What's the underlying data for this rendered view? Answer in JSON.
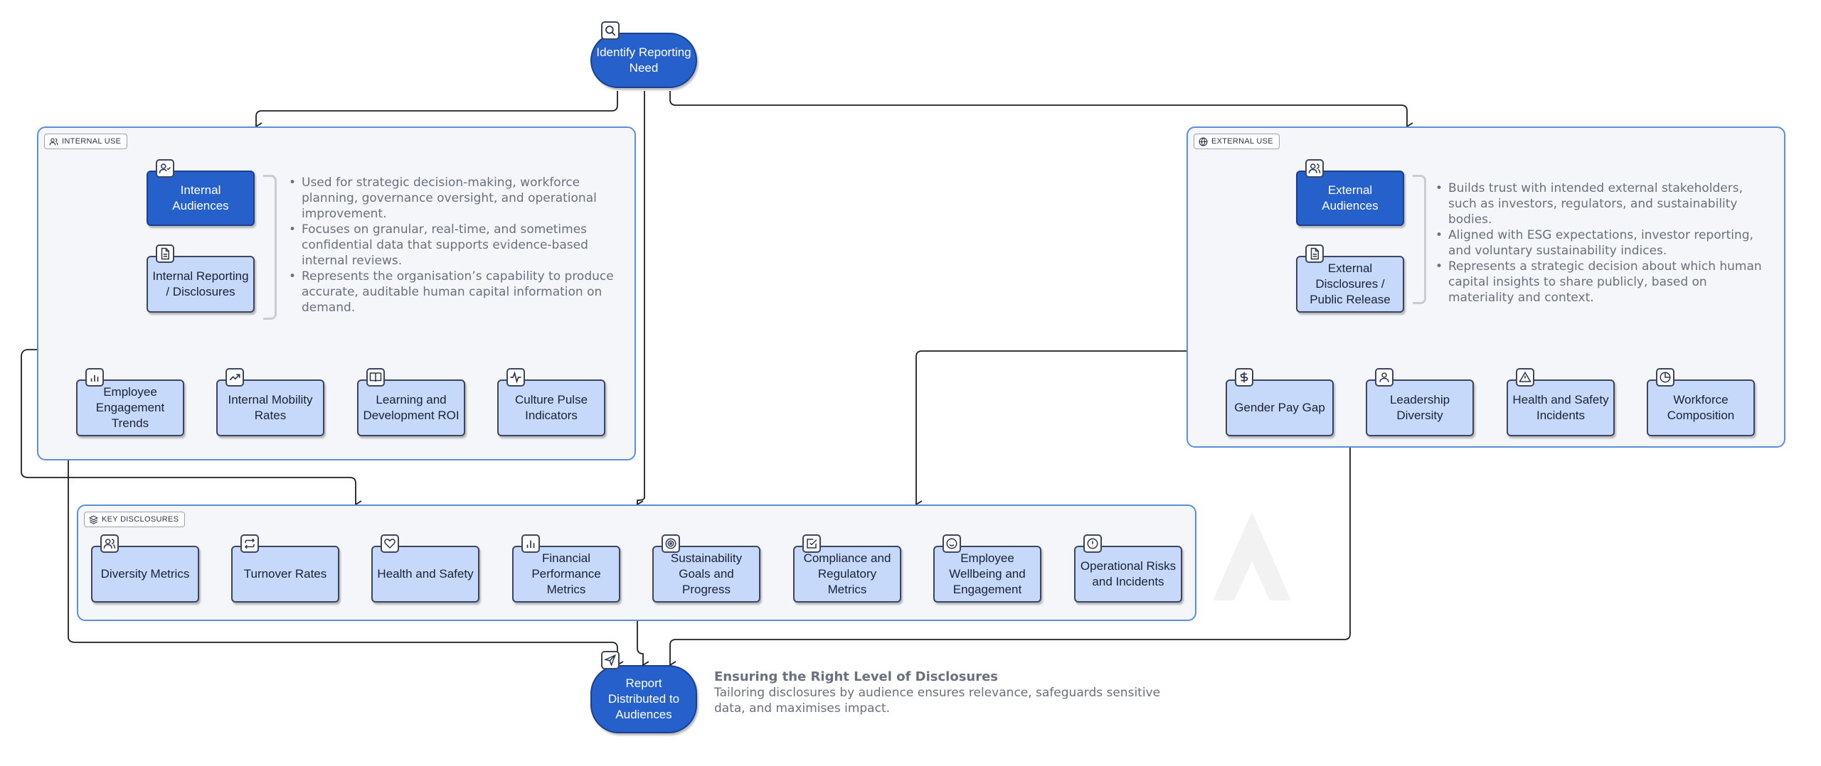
{
  "start": {
    "label": "Identify Reporting Need",
    "icon": "search-icon"
  },
  "end": {
    "label": "Report Distributed to Audiences",
    "icon": "send-icon"
  },
  "internal": {
    "tag": "INTERNAL USE",
    "tag_icon": "users-icon",
    "audience": {
      "label": "Internal Audiences",
      "icon": "user-check-icon"
    },
    "reporting": {
      "label": "Internal Reporting / Disclosures",
      "icon": "document-icon"
    },
    "notes": [
      "Used for strategic decision-making, workforce planning, governance oversight, and operational improvement.",
      "Focuses on granular, real-time, and sometimes confidential data that supports evidence-based internal reviews.",
      "Represents the organisation’s capability to produce accurate, auditable human capital information on demand."
    ],
    "metrics": [
      {
        "label": "Employee Engagement Trends",
        "icon": "bar-chart-icon"
      },
      {
        "label": "Internal Mobility Rates",
        "icon": "trending-up-icon"
      },
      {
        "label": "Learning and Development ROI",
        "icon": "book-icon"
      },
      {
        "label": "Culture Pulse Indicators",
        "icon": "activity-icon"
      }
    ]
  },
  "external": {
    "tag": "EXTERNAL USE",
    "tag_icon": "globe-icon",
    "audience": {
      "label": "External Audiences",
      "icon": "users-icon"
    },
    "reporting": {
      "label": "External Disclosures / Public Release",
      "icon": "document-icon"
    },
    "notes": [
      "Builds trust with intended external stakeholders, such as investors, regulators, and sustainability bodies.",
      "Aligned with ESG expectations, investor reporting, and voluntary sustainability indices.",
      "Represents a strategic decision about which human capital insights to share publicly, based on materiality and context."
    ],
    "metrics": [
      {
        "label": "Gender Pay Gap",
        "icon": "dollar-icon"
      },
      {
        "label": "Leadership Diversity",
        "icon": "user-icon"
      },
      {
        "label": "Health and Safety Incidents",
        "icon": "warning-icon"
      },
      {
        "label": "Workforce Composition",
        "icon": "pie-chart-icon"
      }
    ]
  },
  "key": {
    "tag": "KEY DISCLOSURES",
    "tag_icon": "layers-icon",
    "items": [
      {
        "label": "Diversity Metrics",
        "icon": "users-icon"
      },
      {
        "label": "Turnover Rates",
        "icon": "repeat-icon"
      },
      {
        "label": "Health and Safety",
        "icon": "heart-icon"
      },
      {
        "label": "Financial Performance Metrics",
        "icon": "bar-chart-icon"
      },
      {
        "label": "Sustainability Goals and Progress",
        "icon": "target-icon"
      },
      {
        "label": "Compliance and Regulatory Metrics",
        "icon": "check-square-icon"
      },
      {
        "label": "Employee Wellbeing and Engagement",
        "icon": "smile-icon"
      },
      {
        "label": "Operational Risks and Incidents",
        "icon": "alert-circle-icon"
      }
    ]
  },
  "caption": {
    "title": "Ensuring the Right Level of Disclosures",
    "text": "Tailoring disclosures by audience ensures relevance, safeguards sensitive data, and maximises impact."
  }
}
